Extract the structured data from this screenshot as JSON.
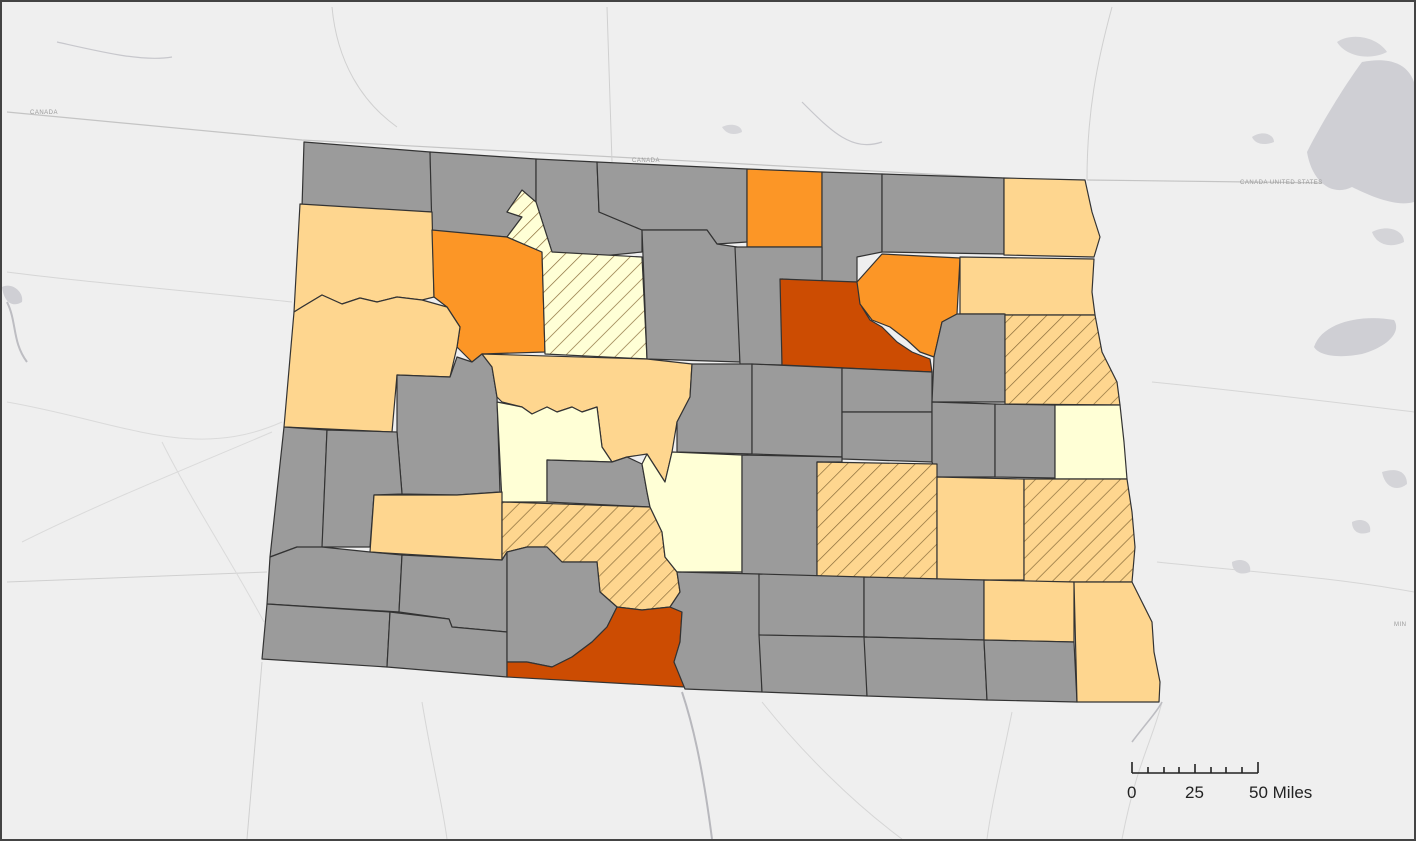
{
  "colors": {
    "background": "#efefef",
    "water": "#cfcfd4",
    "basemap_line": "#cfcfcf",
    "no_data": "#9b9b9b",
    "class_1": "#ffffd6",
    "class_2": "#fed68f",
    "class_3": "#fc9626",
    "class_4": "#cc4c02",
    "hatch_stroke": "#8a6d3b",
    "county_border": "#333333"
  },
  "basemap_labels": {
    "canada_west": "CANADA",
    "canada_mid": "CANADA",
    "canada_united_states": "CANADA UNITED STATES",
    "minnesota_edge": "MIN"
  },
  "scale_bar": {
    "tick_0": "0",
    "tick_25": "25",
    "tick_50": "50 Miles"
  },
  "counties": [
    {
      "id": "divide",
      "class": "no_data"
    },
    {
      "id": "burke",
      "class": "no_data"
    },
    {
      "id": "renville",
      "class": "no_data"
    },
    {
      "id": "bottineau",
      "class": "no_data"
    },
    {
      "id": "rolette",
      "class": "class_3"
    },
    {
      "id": "towner",
      "class": "no_data"
    },
    {
      "id": "cavalier",
      "class": "no_data"
    },
    {
      "id": "pembina",
      "class": "class_2"
    },
    {
      "id": "williams",
      "class": "class_2"
    },
    {
      "id": "mountrail",
      "class": "class_3"
    },
    {
      "id": "ward",
      "class": "class_1",
      "hatched": true
    },
    {
      "id": "mchenry",
      "class": "no_data"
    },
    {
      "id": "pierce",
      "class": "no_data"
    },
    {
      "id": "benson",
      "class": "class_4"
    },
    {
      "id": "ramsey",
      "class": "class_3"
    },
    {
      "id": "walsh",
      "class": "class_2"
    },
    {
      "id": "mckenzie",
      "class": "class_2"
    },
    {
      "id": "dunn",
      "class": "no_data"
    },
    {
      "id": "mclean",
      "class": "class_2"
    },
    {
      "id": "mercer",
      "class": "class_1"
    },
    {
      "id": "sheridan",
      "class": "no_data"
    },
    {
      "id": "wells",
      "class": "no_data"
    },
    {
      "id": "eddy",
      "class": "no_data"
    },
    {
      "id": "foster",
      "class": "no_data"
    },
    {
      "id": "nelson",
      "class": "no_data"
    },
    {
      "id": "griggs",
      "class": "no_data"
    },
    {
      "id": "steele",
      "class": "no_data"
    },
    {
      "id": "grand-forks",
      "class": "class_2",
      "hatched": true
    },
    {
      "id": "traill",
      "class": "class_1"
    },
    {
      "id": "golden-valley",
      "class": "no_data"
    },
    {
      "id": "billings",
      "class": "no_data"
    },
    {
      "id": "stark",
      "class": "class_2"
    },
    {
      "id": "oliver",
      "class": "no_data"
    },
    {
      "id": "morton",
      "class": "class_2",
      "hatched": true
    },
    {
      "id": "burleigh",
      "class": "class_1"
    },
    {
      "id": "kidder",
      "class": "no_data"
    },
    {
      "id": "stutsman",
      "class": "class_2",
      "hatched": true
    },
    {
      "id": "barnes",
      "class": "class_2"
    },
    {
      "id": "cass",
      "class": "class_2",
      "hatched": true
    },
    {
      "id": "slope",
      "class": "no_data"
    },
    {
      "id": "hettinger",
      "class": "no_data"
    },
    {
      "id": "bowman",
      "class": "no_data"
    },
    {
      "id": "adams",
      "class": "no_data"
    },
    {
      "id": "grant",
      "class": "no_data"
    },
    {
      "id": "sioux",
      "class": "class_4"
    },
    {
      "id": "emmons",
      "class": "no_data"
    },
    {
      "id": "logan",
      "class": "no_data"
    },
    {
      "id": "lamoure",
      "class": "no_data"
    },
    {
      "id": "mcintosh",
      "class": "no_data"
    },
    {
      "id": "dickey",
      "class": "no_data"
    },
    {
      "id": "ransom",
      "class": "class_2"
    },
    {
      "id": "sargent",
      "class": "no_data"
    },
    {
      "id": "richland",
      "class": "class_2"
    }
  ]
}
